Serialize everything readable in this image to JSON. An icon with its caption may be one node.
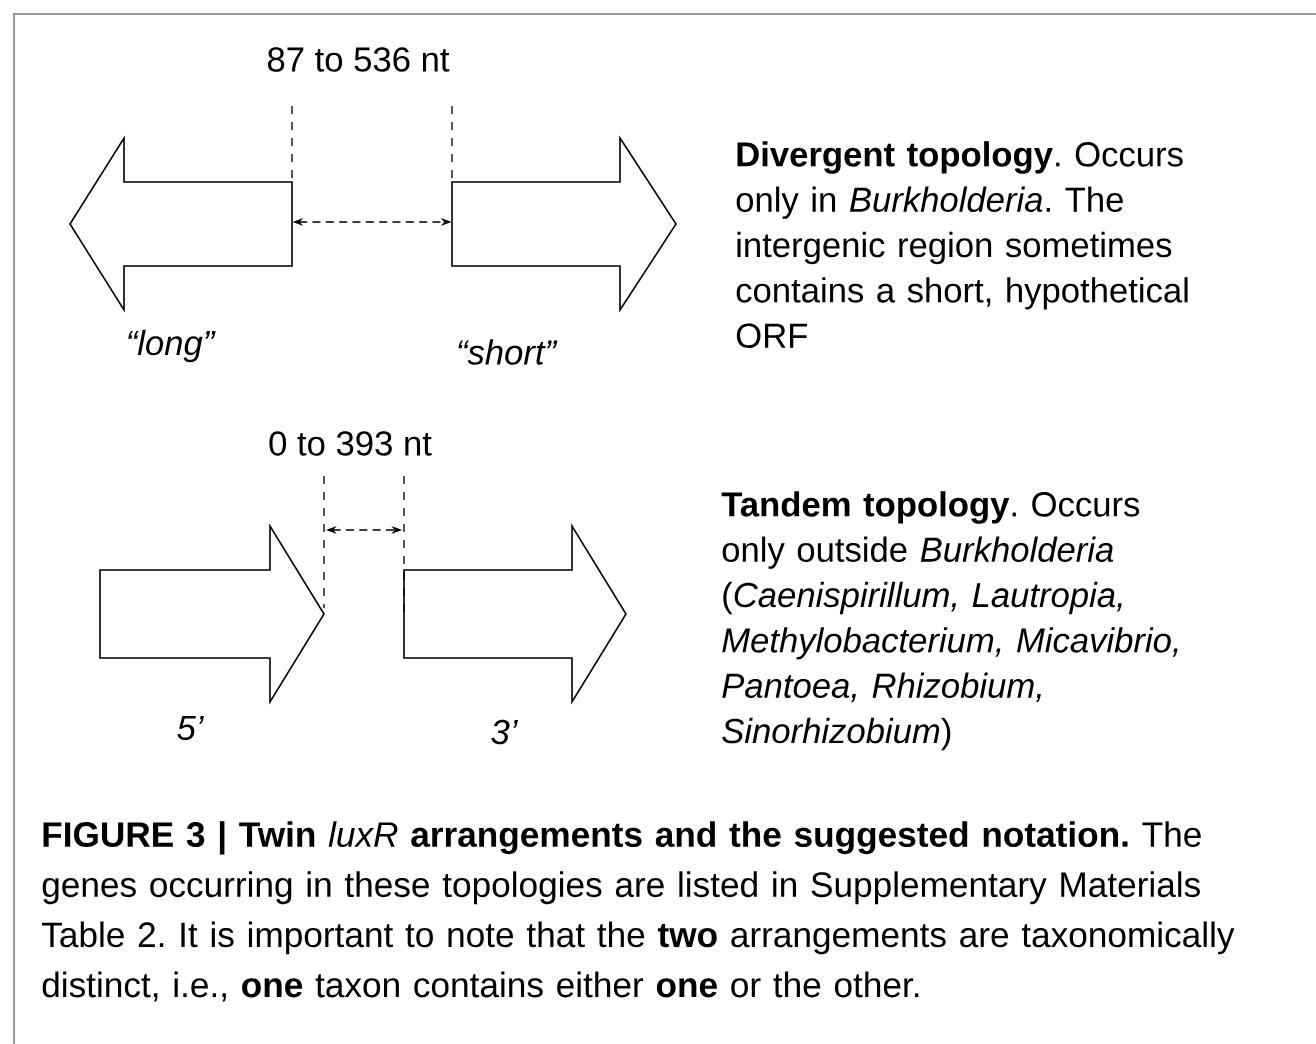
{
  "diagram": {
    "nodes": [
      {
        "text": [],
        "shape": "arrow",
        "beside": [
          "“long”"
        ]
      },
      {
        "text": [],
        "shape": "arrow",
        "beside": [
          "“short”"
        ]
      },
      {
        "text": [],
        "shape": "arrow",
        "beside": [
          "5’"
        ]
      },
      {
        "text": [],
        "shape": "arrow",
        "beside": [
          "3’"
        ]
      }
    ],
    "edges": [
      {
        "from": 0,
        "to": 1,
        "arrow": "both",
        "style": "dashed"
      }
    ],
    "labels": [
      "87 to 536 nt",
      "**Divergent topology**. Occurs only in *Burkholderia*. The intergenic region sometimes contains a short, hypothetical ORF",
      "0 to 393 nt",
      "**Tandem topology**. Occurs only outside *Burkholderia* (*Caenispirillum, Lautropia, Methylobacterium, Micavibrio, Pantoea, Rhizobium, Sinorhizobium*)"
    ],
    "caption": "**FIGURE 3 | Twin** *luxR* **arrangements and the suggested notation.** The genes occurring in these topologies are listed in Supplementary Materials Table 2. It is important to note that the **two** arrangements are taxonomically distinct, i.e., **one** taxon contains either **one** or the other."
  }
}
